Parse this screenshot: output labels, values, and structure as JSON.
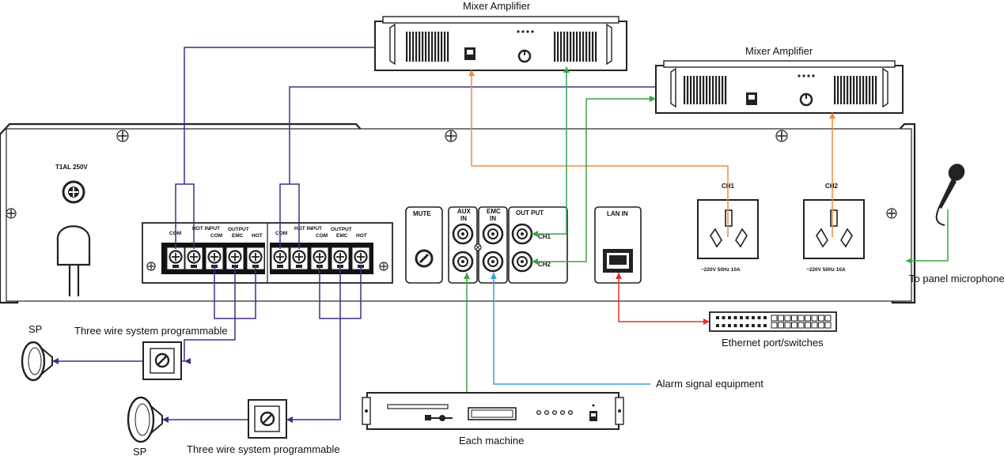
{
  "colors": {
    "purple": "#4a2a86",
    "orange": "#f08a3a",
    "green": "#3aa545",
    "blue": "#3aa0d8",
    "red": "#e0332a",
    "outline": "#222222"
  },
  "labels": {
    "amp_top": "Mixer Amplifier",
    "amp_right": "Mixer Amplifier",
    "fuse": "T1AL 250V",
    "sp_top": "SP",
    "sp_bottom": "SP",
    "three_wire_top": "Three wire system programmable",
    "three_wire_bottom": "Three wire system programmable",
    "each_machine": "Each machine",
    "alarm": "Alarm signal equipment",
    "ethernet": "Ethernet port/switches",
    "panel_mic": "To panel microphone"
  },
  "terminal_block": {
    "com": "COM",
    "hot_input": "HOT INPUT",
    "output": "OUTPUT",
    "out_com": "COM",
    "out_emc": "EMC",
    "out_hot": "HOT"
  },
  "jacks": {
    "mute": "MUTE",
    "aux": "AUX",
    "aux_in": "IN",
    "emc": "EMC",
    "emc_in": "IN",
    "output": "OUT PUT",
    "ch1": "CH1",
    "ch2": "CH2",
    "lan_in": "LAN IN"
  },
  "power": {
    "ch1": "CH1",
    "ch2": "CH2",
    "spec1": "~220V 50Hz 10A",
    "spec2": "~220V 50Hz 10A"
  },
  "icons": [
    "screw-icon",
    "speaker-horn-icon",
    "microphone-icon",
    "volume-knob-icon",
    "fuse-icon",
    "rj45-port-icon",
    "power-socket-icon"
  ]
}
